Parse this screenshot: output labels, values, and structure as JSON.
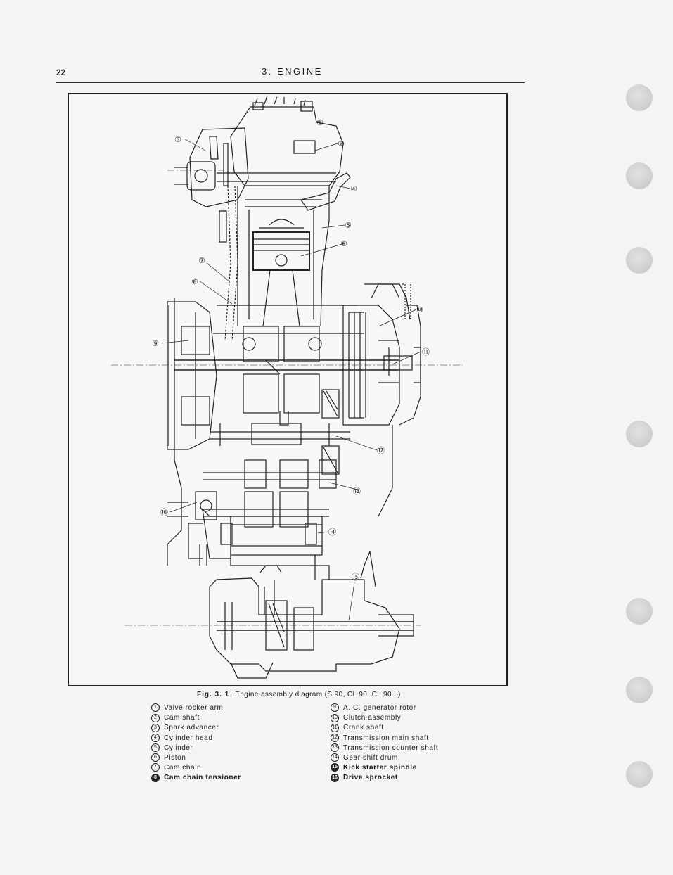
{
  "page": {
    "number": "22",
    "running_title": "3. ENGINE"
  },
  "figure": {
    "label": "Fig. 3. 1",
    "caption": "Engine assembly diagram (S 90, CL 90, CL 90 L)",
    "callouts": [
      "①",
      "②",
      "③",
      "④",
      "⑤",
      "⑥",
      "⑦",
      "⑧",
      "⑨",
      "⑩",
      "⑪",
      "⑫",
      "⑬",
      "⑭",
      "⑮",
      "⑯"
    ]
  },
  "legend": {
    "left": [
      {
        "num": "1",
        "text": "Valve rocker arm"
      },
      {
        "num": "2",
        "text": "Cam shaft"
      },
      {
        "num": "3",
        "text": "Spark advancer"
      },
      {
        "num": "4",
        "text": "Cylinder head"
      },
      {
        "num": "5",
        "text": "Cylinder"
      },
      {
        "num": "6",
        "text": "Piston"
      },
      {
        "num": "7",
        "text": "Cam chain"
      },
      {
        "num": "8",
        "text": "Cam chain tensioner"
      }
    ],
    "right": [
      {
        "num": "9",
        "text": "A. C. generator rotor"
      },
      {
        "num": "10",
        "text": "Clutch assembly"
      },
      {
        "num": "11",
        "text": "Crank shaft"
      },
      {
        "num": "12",
        "text": "Transmission main shaft"
      },
      {
        "num": "13",
        "text": "Transmission counter shaft"
      },
      {
        "num": "14",
        "text": "Gear shift drum"
      },
      {
        "num": "15",
        "text": "Kick starter spindle"
      },
      {
        "num": "16",
        "text": "Drive sprocket"
      }
    ]
  },
  "colors": {
    "ink": "#1c1c1c",
    "paper": "#f4f4f2",
    "binder_hole": "#cdcdcd"
  }
}
